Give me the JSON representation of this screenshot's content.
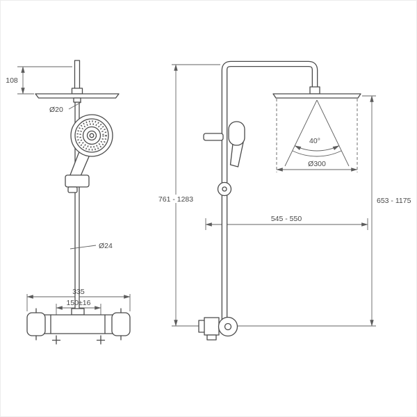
{
  "colors": {
    "line": "#4a4a4a",
    "dimension": "#616161",
    "background": "#ffffff",
    "border": "#ececec"
  },
  "front_view": {
    "head_offset": "108",
    "pipe_diameter": "Ø20",
    "bar_diameter": "Ø24",
    "mixer_width": "335",
    "inlet_spacing": "150±16"
  },
  "side_view": {
    "overall_height_range": "761 - 1283",
    "head_height_range": "653 - 1175",
    "reach_range": "545 - 550",
    "spray_angle": "40°",
    "spray_diameter": "Ø300"
  }
}
